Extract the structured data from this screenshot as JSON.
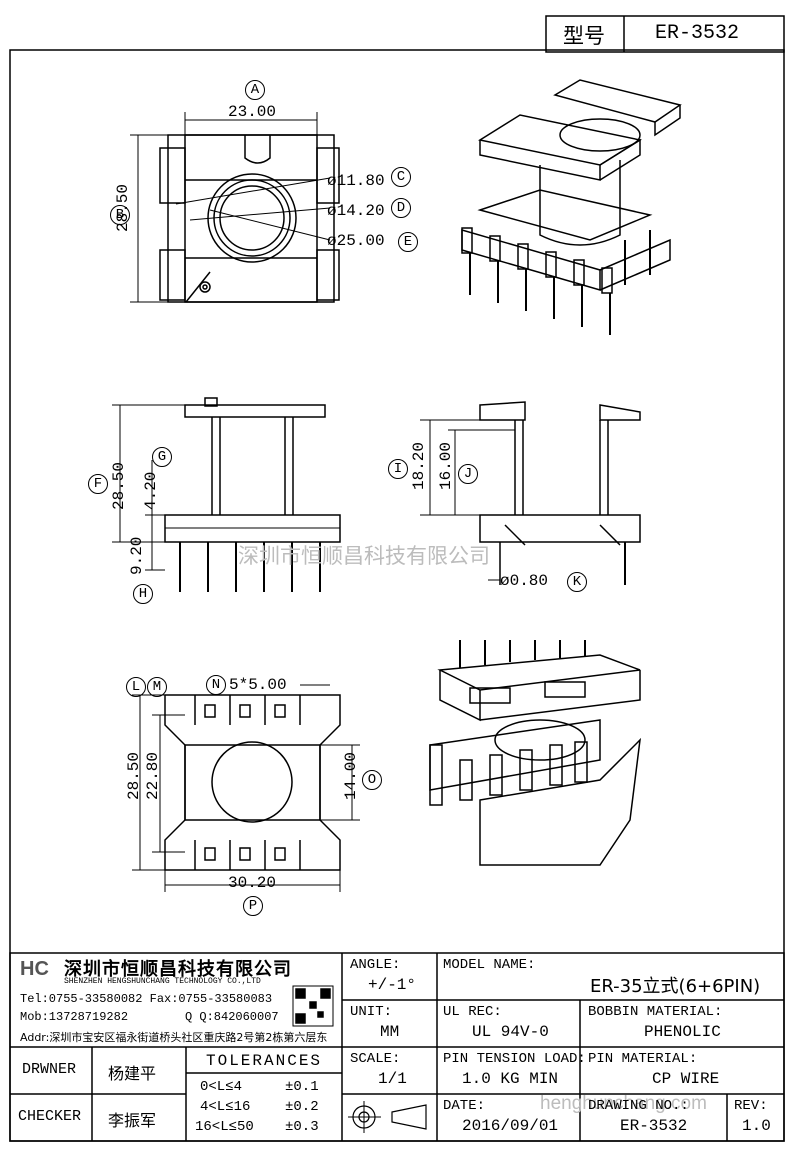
{
  "header": {
    "model_label": "型号",
    "model_value": "ER-3532"
  },
  "dims": {
    "A": "A",
    "a_val": "23.00",
    "B": "B",
    "b_val": "28.50",
    "C": "C",
    "c_val": "ø11.80",
    "D": "D",
    "d_val": "ø14.20",
    "E": "E",
    "e_val": "ø25.00",
    "F": "F",
    "f_val": "28.50",
    "G": "G",
    "g_val": "4.20",
    "H": "H",
    "h_val": "9.20",
    "I": "I",
    "i_val": "18.20",
    "J": "J",
    "j_val": "16.00",
    "K": "K",
    "k_val": "ø0.80",
    "L": "L",
    "l_val": "28.50",
    "M": "M",
    "m_val": "22.80",
    "N": "N",
    "n_val": "5*5.00",
    "O": "O",
    "o_val": "14.00",
    "P": "P",
    "p_val": "30.20"
  },
  "watermark": {
    "center": "深圳市恒顺昌科技有限公司",
    "bottom": "henghunchang.com"
  },
  "company": {
    "logo": "HC",
    "name_cn": "深圳市恒顺昌科技有限公司",
    "name_en": "SHENZHEN HENGSHUNCHANG TECHNOLOGY CO.,LTD",
    "tel": "Tel:0755-33580082 Fax:0755-33580083",
    "mob": "Mob:13728719282",
    "qq": "Q Q:842060007",
    "addr": "Addr:深圳市宝安区福永街道桥头社区重庆路2号第2栋第六层东"
  },
  "title_block": {
    "angle_label": "ANGLE:",
    "angle_value": "+/-1°",
    "unit_label": "UNIT:",
    "unit_value": "MM",
    "scale_label": "SCALE:",
    "scale_value": "1/1",
    "model_name_label": "MODEL NAME:",
    "model_name_value": "ER-35立式(6+6PIN)",
    "ul_label": "UL REC:",
    "ul_value": "UL 94V-0",
    "bobbin_label": "BOBBIN MATERIAL:",
    "bobbin_value": "PHENOLIC",
    "pin_tension_label": "PIN TENSION LOAD:",
    "pin_tension_value": "1.0 KG MIN",
    "pin_material_label": "PIN MATERIAL:",
    "pin_material_value": "CP WIRE",
    "date_label": "DATE:",
    "date_value": "2016/09/01",
    "drawing_label": "DRAWING NO.:",
    "drawing_value": "ER-3532",
    "rev_label": "REV:",
    "rev_value": "1.0",
    "drawner_label": "DRWNER",
    "drawner_value": "杨建平",
    "checker_label": "CHECKER",
    "checker_value": "李振军",
    "tolerances_title": "TOLERANCES",
    "tol1_range": "0<L≤4",
    "tol1_value": "±0.1",
    "tol2_range": "4<L≤16",
    "tol2_value": "±0.2",
    "tol3_range": "16<L≤50",
    "tol3_value": "±0.3"
  }
}
